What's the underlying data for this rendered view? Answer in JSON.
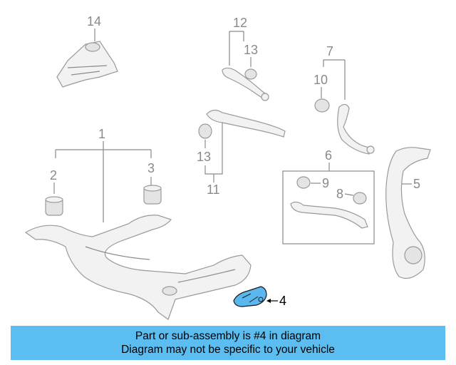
{
  "diagram": {
    "callouts": [
      "14",
      "12",
      "13",
      "7",
      "10",
      "1",
      "13",
      "6",
      "2",
      "3",
      "9",
      "8",
      "5",
      "11",
      "4"
    ],
    "highlighted_part": "4",
    "colors": {
      "highlight": "#5bb8ee",
      "line_art": "#8a8a8a",
      "banner": "#5bbdf0"
    }
  },
  "banner": {
    "line1": "Part or sub-assembly is #4 in diagram",
    "line2": "Diagram may not be specific to your vehicle"
  }
}
